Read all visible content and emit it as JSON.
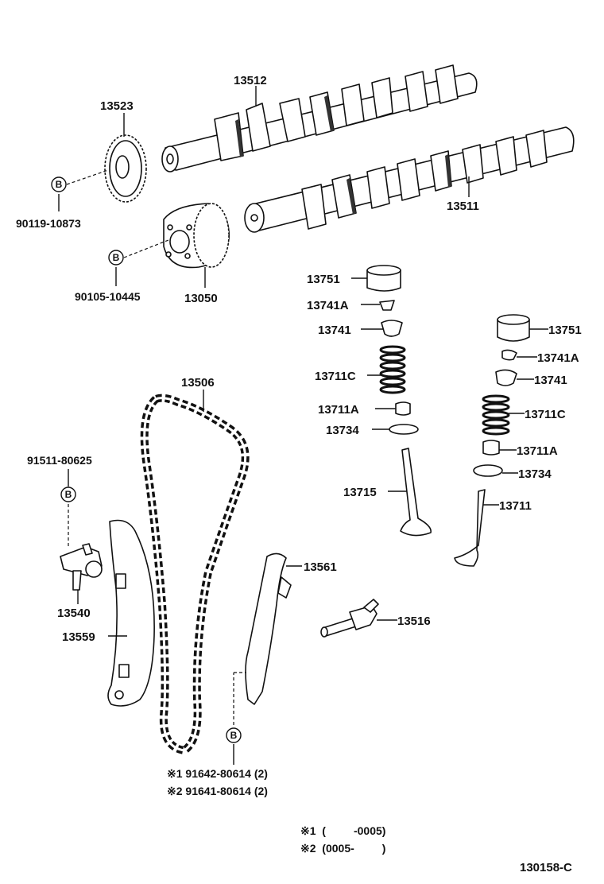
{
  "parts": {
    "camshaft_upper": "13512",
    "camshaft_lower": "13511",
    "sprocket": "13523",
    "vvt_gear": "13050",
    "chain": "13506",
    "slipper_guide": "13559",
    "damper_guide": "13561",
    "tensioner": "13540",
    "oil_nozzle": "13516",
    "lifter_left": "13751",
    "keeper_left": "13741A",
    "retainer_left": "13741",
    "spring_left": "13711C",
    "seat_upper_left": "13711A",
    "seat_lower_left": "13734",
    "valve_left": "13715",
    "lifter_right": "13751",
    "keeper_right": "13741A",
    "retainer_right": "13741",
    "spring_right": "13711C",
    "seat_upper_right": "13711A",
    "seat_lower_right": "13734",
    "valve_right": "13711"
  },
  "refs": {
    "bolt_sprocket": "90119-10873",
    "bolt_vvt": "90105-10445",
    "bolt_tensioner": "91511-80625",
    "bolt_guide_1": "※1  91642-80614 (2)",
    "bolt_guide_2": "※2  91641-80614 (2)"
  },
  "bubble_letter": "B",
  "notes": {
    "note_1": "※1  (         -0005)",
    "note_2": "※2  (0005-         )"
  },
  "figure_code": "130158-C"
}
